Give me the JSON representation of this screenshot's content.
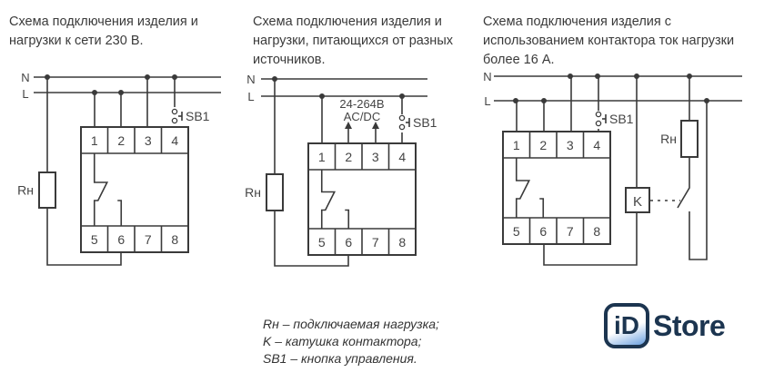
{
  "titles": [
    "Схема подключения изделия и\nнагрузки к сети 230 В.",
    "Схема подключения изделия и\nнагрузки, питающихся от разных\nисточников.",
    "Схема подключения изделия с\nиспользованием контактора ток нагрузки\nболее 16 А."
  ],
  "labels": {
    "n": "N",
    "l": "L",
    "sb1": "SB1",
    "rh": "Rн",
    "k": "K",
    "supply_v": "24-264В",
    "supply_type": "AC/DC"
  },
  "terminals": [
    "1",
    "2",
    "3",
    "4",
    "5",
    "6",
    "7",
    "8"
  ],
  "legend": [
    "Rн – подключаемая нагрузка;",
    "K – катушка контактора;",
    "SB1 – кнопка управления."
  ],
  "logo": {
    "badge": "iD",
    "text": "Store"
  }
}
